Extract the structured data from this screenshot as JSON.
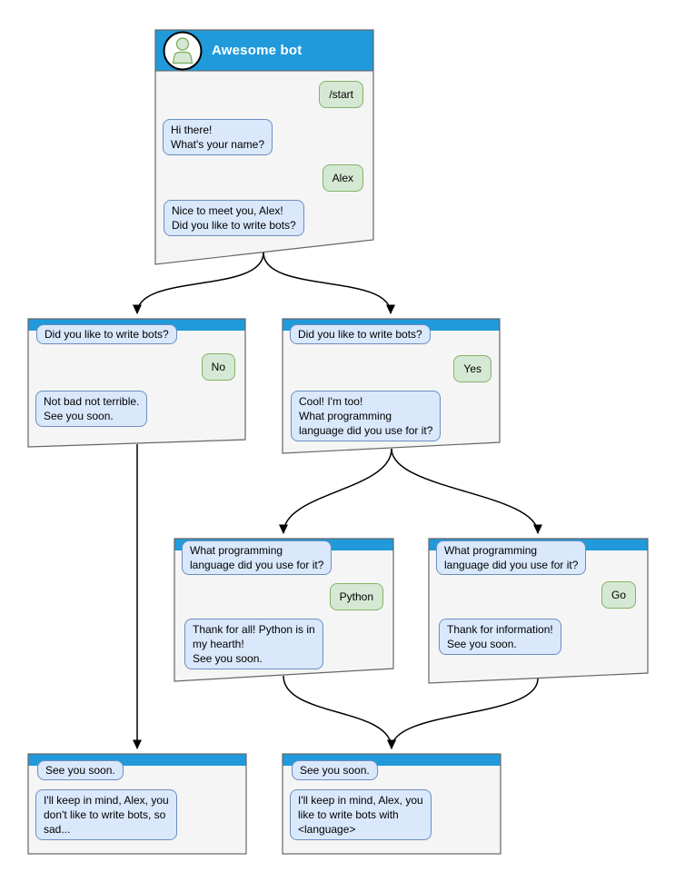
{
  "palette": {
    "header_blue": "#209adb",
    "window_bg": "#f5f5f5",
    "window_border": "#666666",
    "bot_bubble_bg": "#dae8fc",
    "bot_bubble_border": "#6c8ebf",
    "user_bubble_bg": "#d5e8d4",
    "user_bubble_border": "#82b366",
    "arrow_color": "#000000"
  },
  "main_window": {
    "title": "Awesome bot",
    "avatar": "person-icon",
    "messages": [
      {
        "from": "user",
        "text": "/start"
      },
      {
        "from": "bot",
        "text": "Hi there!\nWhat's your name?"
      },
      {
        "from": "user",
        "text": "Alex"
      },
      {
        "from": "bot",
        "text": "Nice to meet you, Alex!\nDid you like to write bots?"
      }
    ]
  },
  "windows": {
    "branch_no": {
      "messages": [
        {
          "from": "bot",
          "text": "Did you like to write bots?"
        },
        {
          "from": "user",
          "text": "No"
        },
        {
          "from": "bot",
          "text": "Not bad not terrible.\nSee you soon."
        }
      ]
    },
    "branch_yes": {
      "messages": [
        {
          "from": "bot",
          "text": "Did you like to write bots?"
        },
        {
          "from": "user",
          "text": "Yes"
        },
        {
          "from": "bot",
          "text": "Cool! I'm too!\nWhat programming\nlanguage did you use for it?"
        }
      ]
    },
    "branch_python": {
      "messages": [
        {
          "from": "bot",
          "text": "What programming\nlanguage did you use for it?"
        },
        {
          "from": "user",
          "text": "Python"
        },
        {
          "from": "bot",
          "text": "Thank for all! Python is in\nmy hearth!\nSee you soon."
        }
      ]
    },
    "branch_go": {
      "messages": [
        {
          "from": "bot",
          "text": "What programming\nlanguage did you use for it?"
        },
        {
          "from": "user",
          "text": "Go"
        },
        {
          "from": "bot",
          "text": "Thank for information!\nSee you soon."
        }
      ]
    },
    "end_no": {
      "messages": [
        {
          "from": "bot",
          "text": "See you soon."
        },
        {
          "from": "bot",
          "text": "I'll keep in mind, Alex, you\ndon't like to write bots, so\nsad..."
        }
      ]
    },
    "end_yes": {
      "messages": [
        {
          "from": "bot",
          "text": "See you soon."
        },
        {
          "from": "bot",
          "text": "I'll keep in mind, Alex, you\nlike to write bots with\n<language>"
        }
      ]
    }
  }
}
